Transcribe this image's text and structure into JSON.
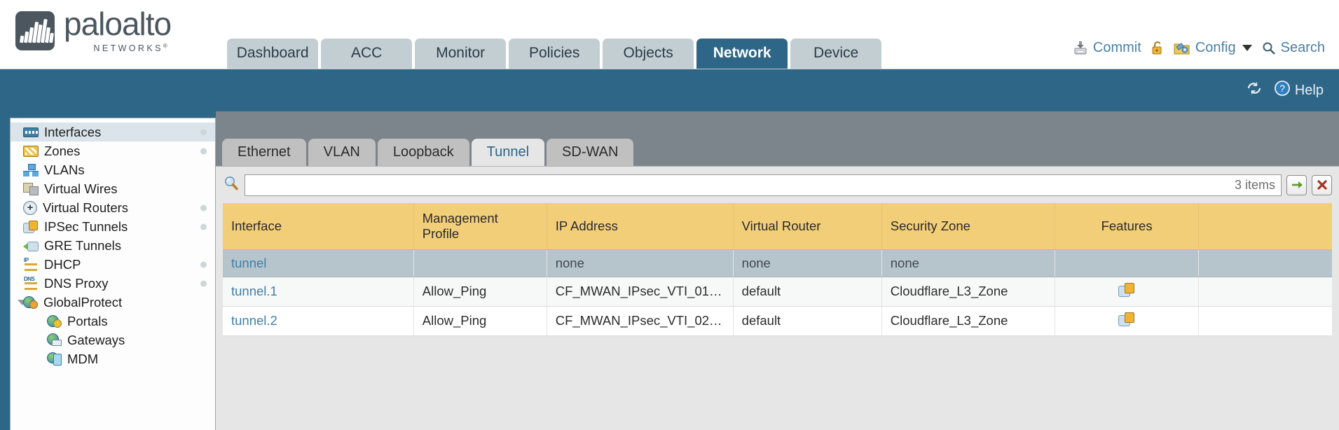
{
  "brand": {
    "name": "paloalto",
    "sub": "NETWORKS",
    "registered": "®"
  },
  "nav": {
    "tabs": [
      {
        "label": "Dashboard",
        "active": false
      },
      {
        "label": "ACC",
        "active": false
      },
      {
        "label": "Monitor",
        "active": false
      },
      {
        "label": "Policies",
        "active": false
      },
      {
        "label": "Objects",
        "active": false
      },
      {
        "label": "Network",
        "active": true
      },
      {
        "label": "Device",
        "active": false
      }
    ]
  },
  "toolbar": {
    "commit_label": "Commit",
    "commit_icon": "commit-icon",
    "lock_icon": "unlock-icon",
    "config_label": "Config",
    "config_icon": "config-icon",
    "config_caret": "chevron-down-icon",
    "search_label": "Search",
    "search_icon": "search-icon"
  },
  "bluebar": {
    "refresh_icon": "refresh-icon",
    "help_label": "Help",
    "help_icon": "help-icon"
  },
  "sidebar": {
    "items": [
      {
        "label": "Interfaces",
        "icon": "interfaces-icon",
        "selected": true,
        "dot": true,
        "child": false,
        "expander": false
      },
      {
        "label": "Zones",
        "icon": "zones-icon",
        "selected": false,
        "dot": true,
        "child": false,
        "expander": false
      },
      {
        "label": "VLANs",
        "icon": "vlans-icon",
        "selected": false,
        "dot": false,
        "child": false,
        "expander": false
      },
      {
        "label": "Virtual Wires",
        "icon": "virtual-wires-icon",
        "selected": false,
        "dot": false,
        "child": false,
        "expander": false
      },
      {
        "label": "Virtual Routers",
        "icon": "virtual-routers-icon",
        "selected": false,
        "dot": true,
        "child": false,
        "expander": false
      },
      {
        "label": "IPSec Tunnels",
        "icon": "ipsec-tunnels-icon",
        "selected": false,
        "dot": true,
        "child": false,
        "expander": false
      },
      {
        "label": "GRE Tunnels",
        "icon": "gre-tunnels-icon",
        "selected": false,
        "dot": false,
        "child": false,
        "expander": false
      },
      {
        "label": "DHCP",
        "icon": "dhcp-icon",
        "selected": false,
        "dot": true,
        "child": false,
        "expander": false
      },
      {
        "label": "DNS Proxy",
        "icon": "dns-proxy-icon",
        "selected": false,
        "dot": true,
        "child": false,
        "expander": false
      },
      {
        "label": "GlobalProtect",
        "icon": "globalprotect-icon",
        "selected": false,
        "dot": false,
        "child": false,
        "expander": true
      },
      {
        "label": "Portals",
        "icon": "portals-icon",
        "selected": false,
        "dot": false,
        "child": true,
        "expander": false
      },
      {
        "label": "Gateways",
        "icon": "gateways-icon",
        "selected": false,
        "dot": false,
        "child": true,
        "expander": false
      },
      {
        "label": "MDM",
        "icon": "mdm-icon",
        "selected": false,
        "dot": false,
        "child": true,
        "expander": false
      }
    ]
  },
  "content": {
    "subtabs": [
      {
        "label": "Ethernet",
        "active": false
      },
      {
        "label": "VLAN",
        "active": false
      },
      {
        "label": "Loopback",
        "active": false
      },
      {
        "label": "Tunnel",
        "active": true
      },
      {
        "label": "SD-WAN",
        "active": false
      }
    ],
    "search": {
      "icon": "search-icon",
      "value": "",
      "placeholder": "",
      "items_count": "3 items",
      "apply_icon": "arrow-right-icon",
      "clear_icon": "clear-x-icon"
    },
    "table": {
      "columns": [
        "Interface",
        "Management Profile",
        "IP Address",
        "Virtual Router",
        "Security Zone",
        "Features"
      ],
      "rows": [
        {
          "style": "group",
          "interface": "tunnel",
          "management_profile": "",
          "ip_address": "none",
          "virtual_router": "none",
          "security_zone": "none",
          "features": ""
        },
        {
          "style": "alt",
          "interface": "tunnel.1",
          "management_profile": "Allow_Ping",
          "ip_address": "CF_MWAN_IPsec_VTI_01_...",
          "virtual_router": "default",
          "security_zone": "Cloudflare_L3_Zone",
          "features": "ipsec-tunnel-icon"
        },
        {
          "style": "norm",
          "interface": "tunnel.2",
          "management_profile": "Allow_Ping",
          "ip_address": "CF_MWAN_IPsec_VTI_02_...",
          "virtual_router": "default",
          "security_zone": "Cloudflare_L3_Zone",
          "features": "ipsec-tunnel-icon"
        }
      ]
    }
  },
  "colors": {
    "brand_dark": "#4b565f",
    "header_blue": "#2e6687",
    "tab_inactive": "#c3ced3",
    "table_header_yellow": "#f3ce78",
    "group_row": "#b6c4cc",
    "link_blue": "#3f7fa6"
  }
}
